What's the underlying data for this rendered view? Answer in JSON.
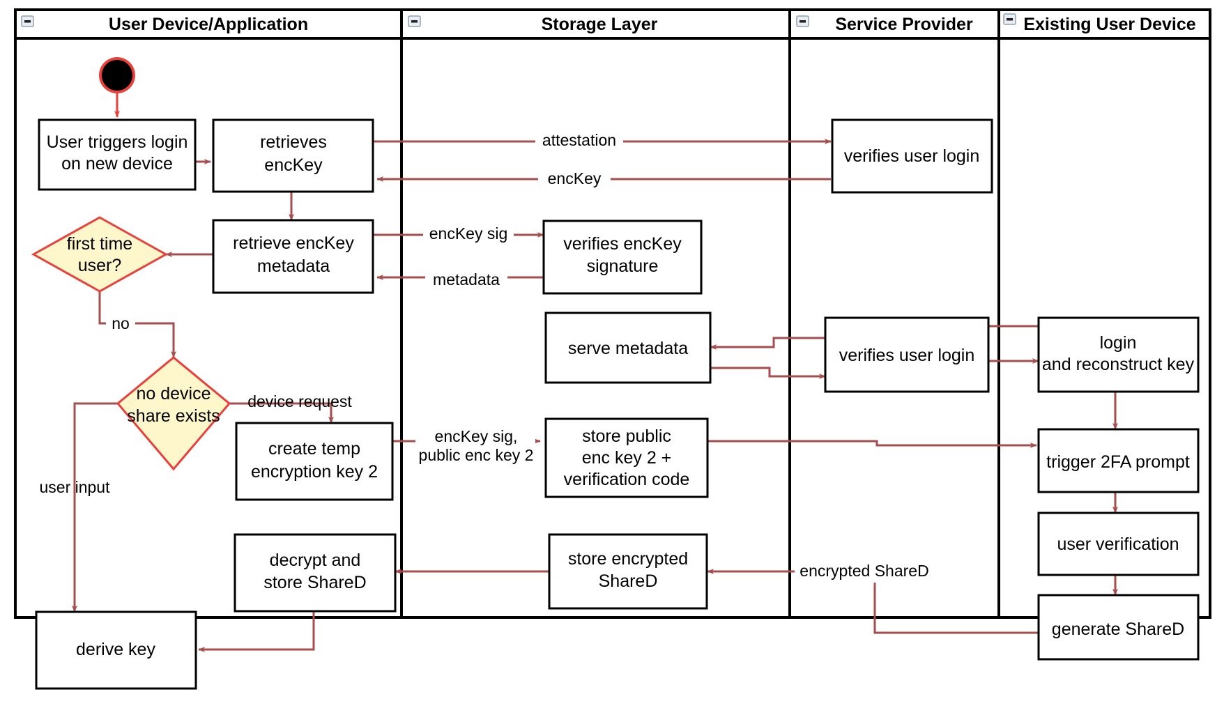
{
  "diagram": {
    "type": "uml-activity-swimlane",
    "title": "Key reconstruction / new device login flow",
    "colors": {
      "frame": "#000000",
      "node_fill": "#ffffff",
      "node_stroke": "#000000",
      "decision_fill": "#fff7cc",
      "decision_stroke": "#e8403a",
      "flow": "#a64d4d",
      "start_node": "#000000",
      "start_ring": "#e8403a"
    },
    "lanes": [
      {
        "id": "user-device-application",
        "label": "User Device/Application",
        "collapse_icon": "minus-icon"
      },
      {
        "id": "storage-layer",
        "label": "Storage Layer",
        "collapse_icon": "minus-icon"
      },
      {
        "id": "service-provider",
        "label": "Service Provider",
        "collapse_icon": "minus-icon"
      },
      {
        "id": "existing-user-device",
        "label": "Existing User Device",
        "collapse_icon": "minus-icon"
      }
    ],
    "nodes": [
      {
        "id": "start",
        "lane": "user-device-application",
        "shape": "initial-node",
        "label": ""
      },
      {
        "id": "user-triggers-login",
        "lane": "user-device-application",
        "shape": "action",
        "label": "User triggers login\non new device",
        "line1": "User triggers login",
        "line2": "on new device"
      },
      {
        "id": "retrieves-enckey",
        "lane": "user-device-application",
        "shape": "action",
        "label": "retrieves\nencKey",
        "line1": "retrieves",
        "line2": "encKey"
      },
      {
        "id": "retrieve-enckey-metadata",
        "lane": "user-device-application",
        "shape": "action",
        "label": "retrieve encKey\nmetadata",
        "line1": "retrieve encKey",
        "line2": "metadata"
      },
      {
        "id": "first-time-user",
        "lane": "user-device-application",
        "shape": "decision",
        "label": "first time\nuser?",
        "line1": "first time",
        "line2": "user?"
      },
      {
        "id": "no-device-share-exists",
        "lane": "user-device-application",
        "shape": "decision",
        "label": "no device\nshare exists",
        "line1": "no device",
        "line2": "share exists"
      },
      {
        "id": "create-temp-encryption-key-2",
        "lane": "user-device-application",
        "shape": "action",
        "label": "create temp\nencryption key 2",
        "line1": "create temp",
        "line2": "encryption key 2"
      },
      {
        "id": "decrypt-and-store-shared",
        "lane": "user-device-application",
        "shape": "action",
        "label": "decrypt and\nstore ShareD",
        "line1": "decrypt and",
        "line2": "store ShareD"
      },
      {
        "id": "derive-key",
        "lane": "user-device-application",
        "shape": "action",
        "label": "derive key",
        "line1": "derive key",
        "line2": ""
      },
      {
        "id": "verifies-enckey-signature",
        "lane": "storage-layer",
        "shape": "action",
        "label": "verifies encKey\nsignature",
        "line1": "verifies encKey",
        "line2": "signature"
      },
      {
        "id": "serve-metadata",
        "lane": "storage-layer",
        "shape": "action",
        "label": "serve metadata",
        "line1": "serve metadata",
        "line2": ""
      },
      {
        "id": "store-public-enc-key-2",
        "lane": "storage-layer",
        "shape": "action",
        "label": "store public\nenc key 2 +\nverification code",
        "line1": "store public",
        "line2": "enc key 2 +",
        "line3": "verification code"
      },
      {
        "id": "store-encrypted-shared",
        "lane": "storage-layer",
        "shape": "action",
        "label": "store encrypted\nShareD",
        "line1": "store encrypted",
        "line2": "ShareD"
      },
      {
        "id": "verifies-user-login-top",
        "lane": "service-provider",
        "shape": "action",
        "label": "verifies user login",
        "line1": "verifies user login",
        "line2": ""
      },
      {
        "id": "verifies-user-login-mid",
        "lane": "service-provider",
        "shape": "action",
        "label": "verifies user login",
        "line1": "verifies user login",
        "line2": ""
      },
      {
        "id": "login-and-reconstruct-key",
        "lane": "existing-user-device",
        "shape": "action",
        "label": "login\nand reconstruct key",
        "line1": "login",
        "line2": "and reconstruct key"
      },
      {
        "id": "trigger-2fa-prompt",
        "lane": "existing-user-device",
        "shape": "action",
        "label": "trigger 2FA prompt",
        "line1": "trigger 2FA prompt",
        "line2": ""
      },
      {
        "id": "user-verification",
        "lane": "existing-user-device",
        "shape": "action",
        "label": "user verification",
        "line1": "user verification",
        "line2": ""
      },
      {
        "id": "generate-shared",
        "lane": "existing-user-device",
        "shape": "action",
        "label": "generate ShareD",
        "line1": "generate ShareD",
        "line2": ""
      }
    ],
    "edges": [
      {
        "id": "e-start-trigger",
        "from": "start",
        "to": "user-triggers-login",
        "label": ""
      },
      {
        "id": "e-trigger-retrieves",
        "from": "user-triggers-login",
        "to": "retrieves-enckey",
        "label": ""
      },
      {
        "id": "e-attestation",
        "from": "retrieves-enckey",
        "to": "verifies-user-login-top",
        "label": "attestation"
      },
      {
        "id": "e-enckey",
        "from": "verifies-user-login-top",
        "to": "retrieves-enckey",
        "label": "encKey"
      },
      {
        "id": "e-retrieves-metadata",
        "from": "retrieves-enckey",
        "to": "retrieve-enckey-metadata",
        "label": ""
      },
      {
        "id": "e-enckey-sig",
        "from": "retrieve-enckey-metadata",
        "to": "verifies-enckey-signature",
        "label": "encKey sig"
      },
      {
        "id": "e-metadata",
        "from": "verifies-enckey-signature",
        "to": "retrieve-enckey-metadata",
        "label": "metadata"
      },
      {
        "id": "e-metadata-firsttime",
        "from": "retrieve-enckey-metadata",
        "to": "first-time-user",
        "label": ""
      },
      {
        "id": "e-no",
        "from": "first-time-user",
        "to": "no-device-share-exists",
        "label": "no"
      },
      {
        "id": "e-device-request",
        "from": "no-device-share-exists",
        "to": "create-temp-encryption-key-2",
        "label": "device request"
      },
      {
        "id": "e-user-input",
        "from": "no-device-share-exists",
        "to": "derive-key",
        "label": "user input"
      },
      {
        "id": "e-enckey-sig-pub2",
        "from": "create-temp-encryption-key-2",
        "to": "store-public-enc-key-2",
        "label": "encKey sig,\npublic enc key 2",
        "line1": "encKey sig,",
        "line2": "public enc key 2"
      },
      {
        "id": "e-store-to-2fa",
        "from": "store-public-enc-key-2",
        "to": "trigger-2fa-prompt",
        "label": ""
      },
      {
        "id": "e-existing-to-sp",
        "from": "login-and-reconstruct-key",
        "to": "verifies-user-login-mid",
        "label": ""
      },
      {
        "id": "e-sp-to-existing",
        "from": "verifies-user-login-mid",
        "to": "login-and-reconstruct-key",
        "label": ""
      },
      {
        "id": "e-sp-to-serve",
        "from": "verifies-user-login-mid",
        "to": "serve-metadata",
        "label": ""
      },
      {
        "id": "e-serve-to-sp",
        "from": "serve-metadata",
        "to": "verifies-user-login-mid",
        "label": ""
      },
      {
        "id": "e-login-to-2fa",
        "from": "login-and-reconstruct-key",
        "to": "trigger-2fa-prompt",
        "label": ""
      },
      {
        "id": "e-2fa-to-verify",
        "from": "trigger-2fa-prompt",
        "to": "user-verification",
        "label": ""
      },
      {
        "id": "e-verify-to-gen",
        "from": "user-verification",
        "to": "generate-shared",
        "label": ""
      },
      {
        "id": "e-encrypted-shared",
        "from": "generate-shared",
        "to": "store-encrypted-shared",
        "label": "encrypted ShareD"
      },
      {
        "id": "e-store-to-decrypt",
        "from": "store-encrypted-shared",
        "to": "decrypt-and-store-shared",
        "label": ""
      },
      {
        "id": "e-decrypt-to-derive",
        "from": "decrypt-and-store-shared",
        "to": "derive-key",
        "label": ""
      }
    ]
  }
}
